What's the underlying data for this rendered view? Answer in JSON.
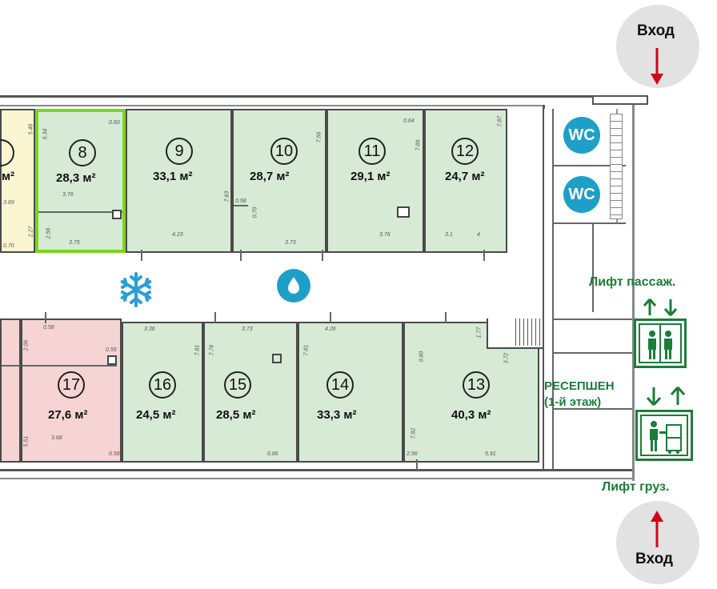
{
  "entrances": {
    "top_label": "Вход",
    "bottom_label": "Вход"
  },
  "labels": {
    "lift_passenger": "Лифт пассаж.",
    "lift_cargo": "Лифт груз.",
    "reception_line1": "РЕСЕПШЕН",
    "reception_line2": "(1-й этаж)",
    "wc_top": "WC",
    "wc_bottom": "WC"
  },
  "rooms_top": [
    {
      "id": "room-7",
      "num": "",
      "area": "м²",
      "color": "yellow"
    },
    {
      "id": "room-8",
      "num": "8",
      "area": "28,3 м²",
      "color": "green",
      "selected": true
    },
    {
      "id": "room-9",
      "num": "9",
      "area": "33,1 м²",
      "color": "green"
    },
    {
      "id": "room-10",
      "num": "10",
      "area": "28,7 м²",
      "color": "green"
    },
    {
      "id": "room-11",
      "num": "11",
      "area": "29,1 м²",
      "color": "green"
    },
    {
      "id": "room-12",
      "num": "12",
      "area": "24,7 м²",
      "color": "green"
    }
  ],
  "rooms_bottom": [
    {
      "id": "room-17",
      "num": "17",
      "area": "27,6 м²",
      "color": "pink"
    },
    {
      "id": "room-16",
      "num": "16",
      "area": "24,5 м²",
      "color": "green"
    },
    {
      "id": "room-15",
      "num": "15",
      "area": "28,5 м²",
      "color": "green"
    },
    {
      "id": "room-14",
      "num": "14",
      "area": "33,3 м²",
      "color": "green"
    },
    {
      "id": "room-13",
      "num": "13",
      "area": "40,3 м²",
      "color": "green"
    }
  ],
  "dims": {
    "d8a": "0.60",
    "d8b": "5.34",
    "d8c": "3.76",
    "d8d": "3.75",
    "d8e": "2.56",
    "d7a": "5.48",
    "d7b": "3.69",
    "d7c": "2.27",
    "d7d": "0.70",
    "d9a": "4.23",
    "d9b": "7.63",
    "d10a": "7.56",
    "d10b": "0.58",
    "d10c": "0.70",
    "d10d": "3.73",
    "d11a": "0.64",
    "d11b": "7.89",
    "d11c": "3.76",
    "d12a": "7.87",
    "d12b": "3.1",
    "d12c": "4",
    "d17a": "0.58",
    "d17b": "0.55",
    "d17c": "3.68",
    "d17d": "5.51",
    "d17e": "0.58",
    "dpa": "2.06",
    "dpb": "2.56",
    "d16a": "3.36",
    "d16b": "7.81",
    "d15a": "3.73",
    "d15b": "7.76",
    "d15c": "0.66",
    "d14a": "4.26",
    "d14b": "7.81",
    "d13a": "0.60",
    "d13b": "1.77",
    "d13c": "3.72",
    "d13d": "7.82",
    "d13e": "2.56",
    "d13f": "5.91"
  },
  "colors": {
    "green_room": "#d6ead6",
    "yellow_room": "#fbf6d2",
    "pink_room": "#f6d4d4",
    "selected_border": "#7ed321",
    "wc_blue": "#1e9fc8",
    "lift_green": "#1b7d3a",
    "arrow_red": "#d0021b"
  },
  "icons": [
    "snowflake-icon",
    "water-drop-icon",
    "wc-icon",
    "passenger-lift-icon",
    "cargo-lift-icon",
    "arrow-down-icon",
    "arrow-up-icon"
  ]
}
